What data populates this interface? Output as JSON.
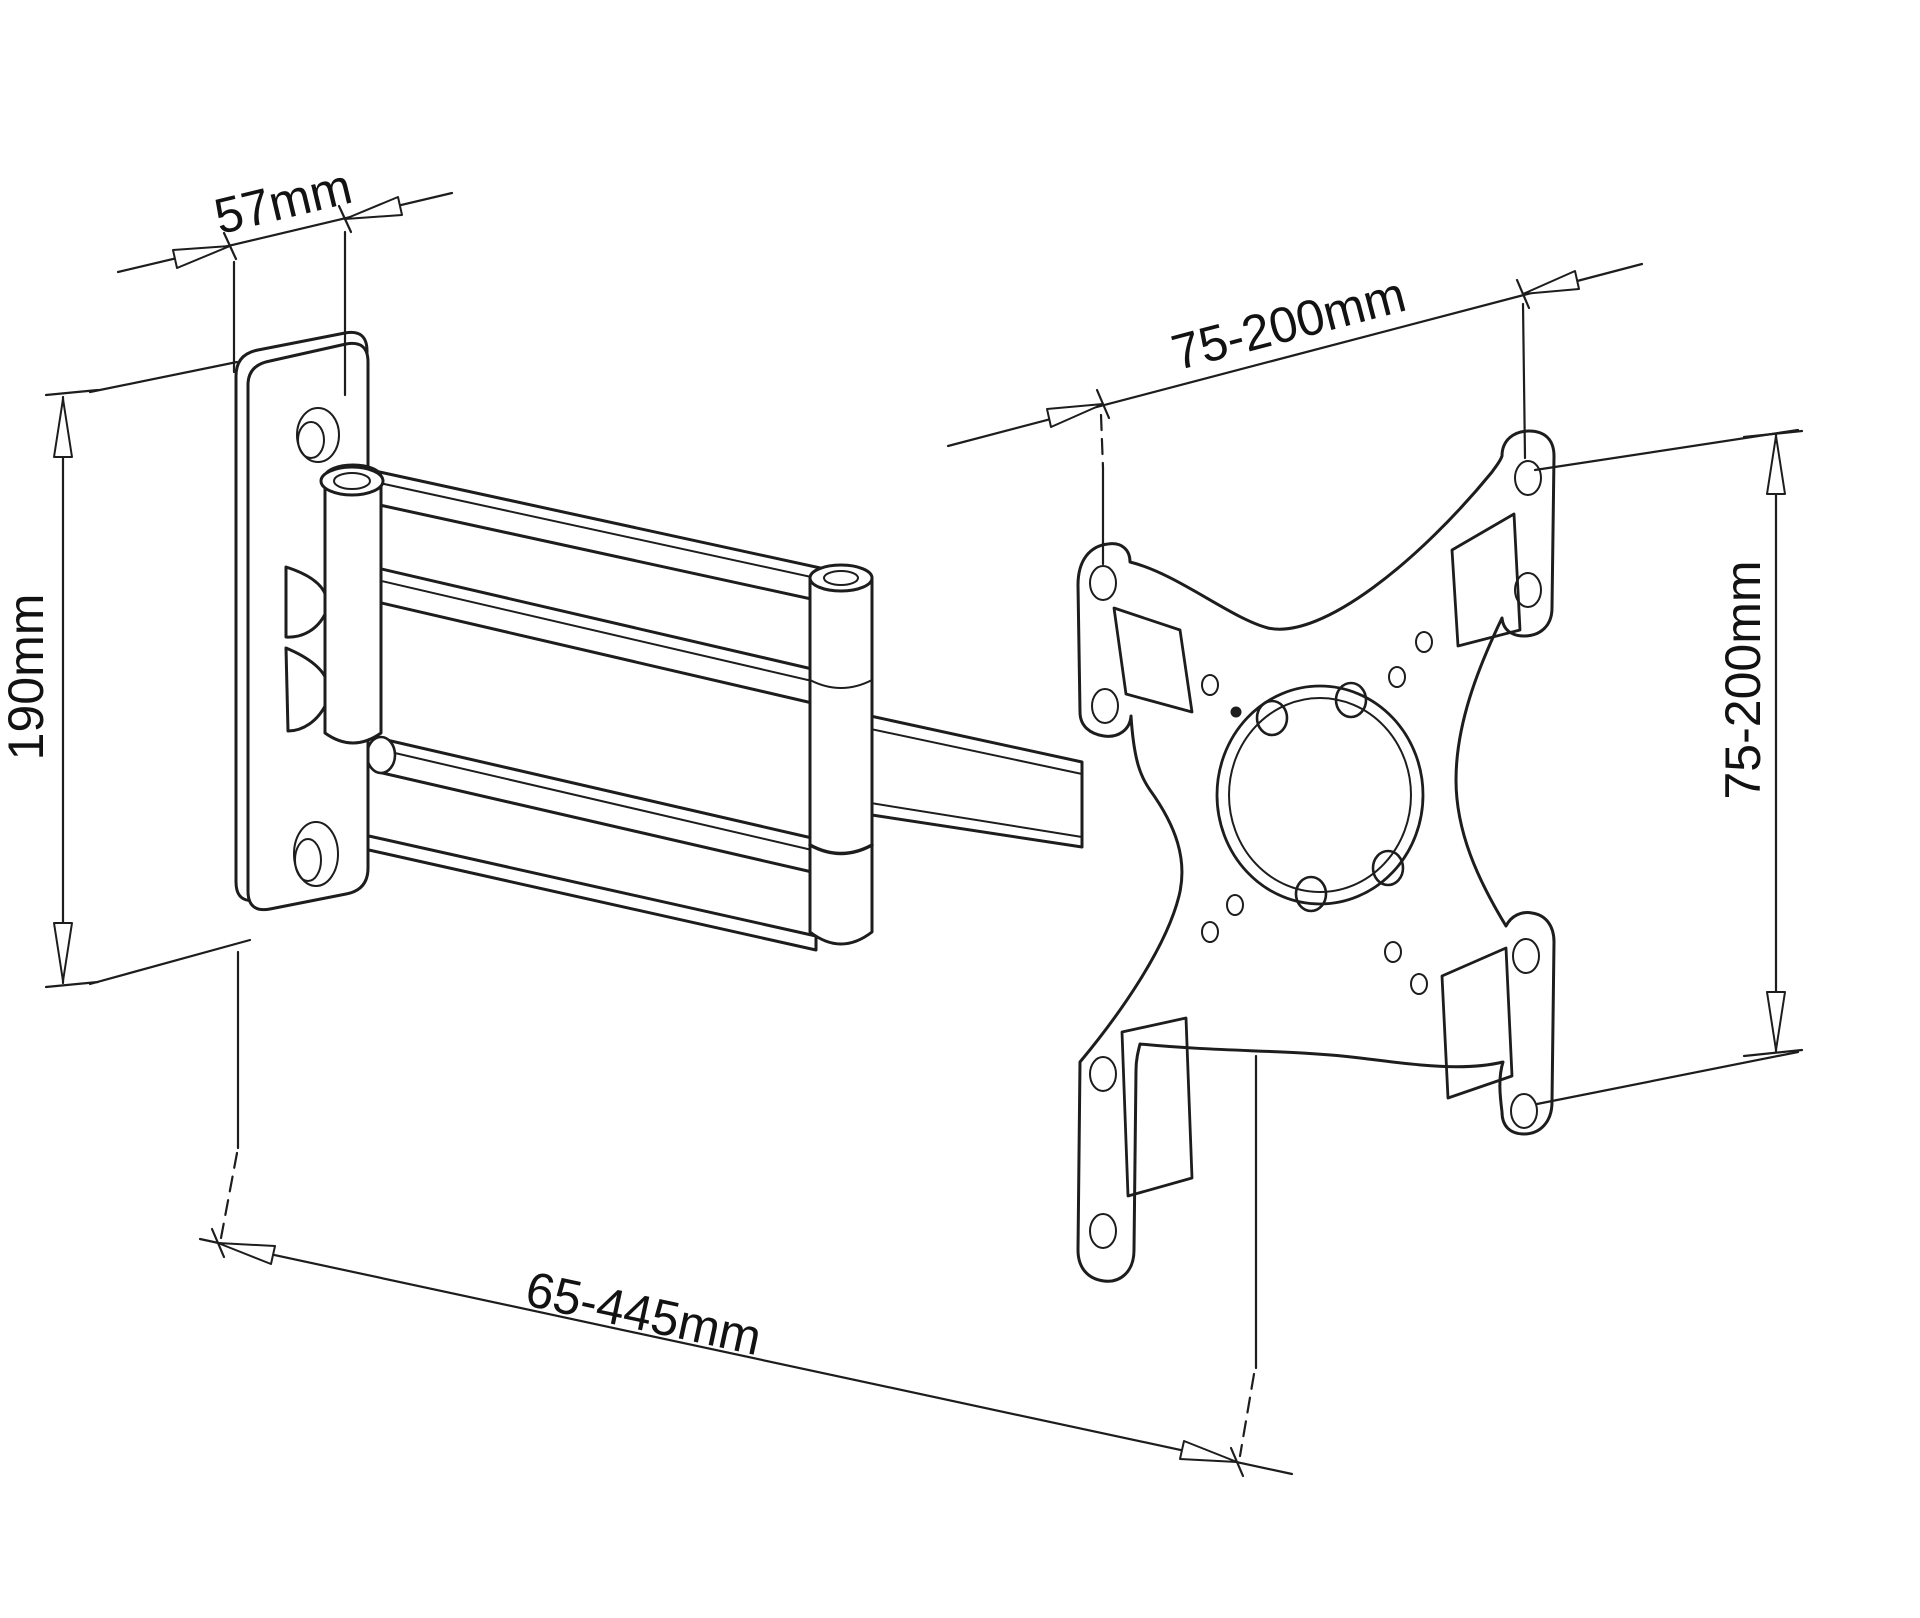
{
  "drawing": {
    "type": "technical-dimension-drawing",
    "subject": "Articulating TV wall mount bracket with VESA plate",
    "background_color": "#ffffff",
    "line_color": "#1d1d1d",
    "text_color": "#121212",
    "dimensions": {
      "wall_plate_depth": {
        "label": "57mm"
      },
      "wall_plate_height": {
        "label": "190mm"
      },
      "vesa_width": {
        "label": "75-200mm"
      },
      "vesa_height": {
        "label": "75-200mm"
      },
      "arm_extension": {
        "label": "65-445mm"
      }
    },
    "parts": [
      "wall-plate",
      "wall-hinge-pin",
      "arm-link-top",
      "arm-link-second",
      "arm-link-third",
      "arm-link-bottom",
      "middle-hinge",
      "vesa-arm",
      "vesa-plate"
    ]
  }
}
